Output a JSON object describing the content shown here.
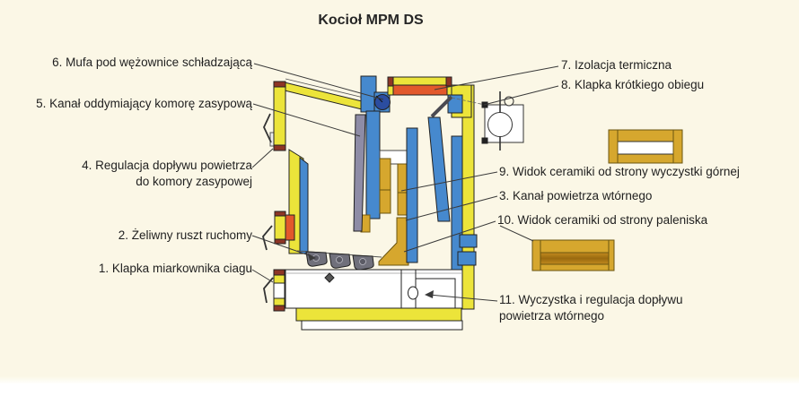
{
  "title": "Kocioł MPM DS",
  "labels": {
    "l1": {
      "text": "1. Klapka miarkownika ciagu"
    },
    "l2": {
      "text": "2. Żeliwny ruszt ruchomy"
    },
    "l3": {
      "text": "3. Kanał powietrza wtórnego"
    },
    "l4": {
      "line1": "4. Regulacja dopływu powietrza",
      "line2": "do komory zasypowej"
    },
    "l5": {
      "text": "5. Kanał oddymiający komorę zasypową"
    },
    "l6": {
      "text": "6. Mufa pod wężownice schładzającą"
    },
    "l7": {
      "text": "7. Izolacja termiczna"
    },
    "l8": {
      "text": "8. Klapka krótkiego obiegu"
    },
    "l9": {
      "text": "9. Widok ceramiki od strony wyczystki górnej"
    },
    "l10": {
      "text": "10. Widok ceramiki  od strony paleniska"
    },
    "l11": {
      "line1": "11. Wyczystka i regulacja dopływu",
      "line2": "powietrza wtórnego"
    }
  },
  "colors": {
    "background_cream": "#fbf7e6",
    "background_bottom": "#ffffff",
    "wall_yellow": "#ece43a",
    "insulation_orange": "#e2582b",
    "cap_dark_red": "#8e3525",
    "water_blue": "#4689ce",
    "mufa_navy": "#2b4da0",
    "smoke_channel_gray": "#8e8ca6",
    "ceramic_gold": "#d6a72e",
    "ceramic_dark_band": "#a87414",
    "grate_gray": "#70707b",
    "outline": "#222222"
  }
}
